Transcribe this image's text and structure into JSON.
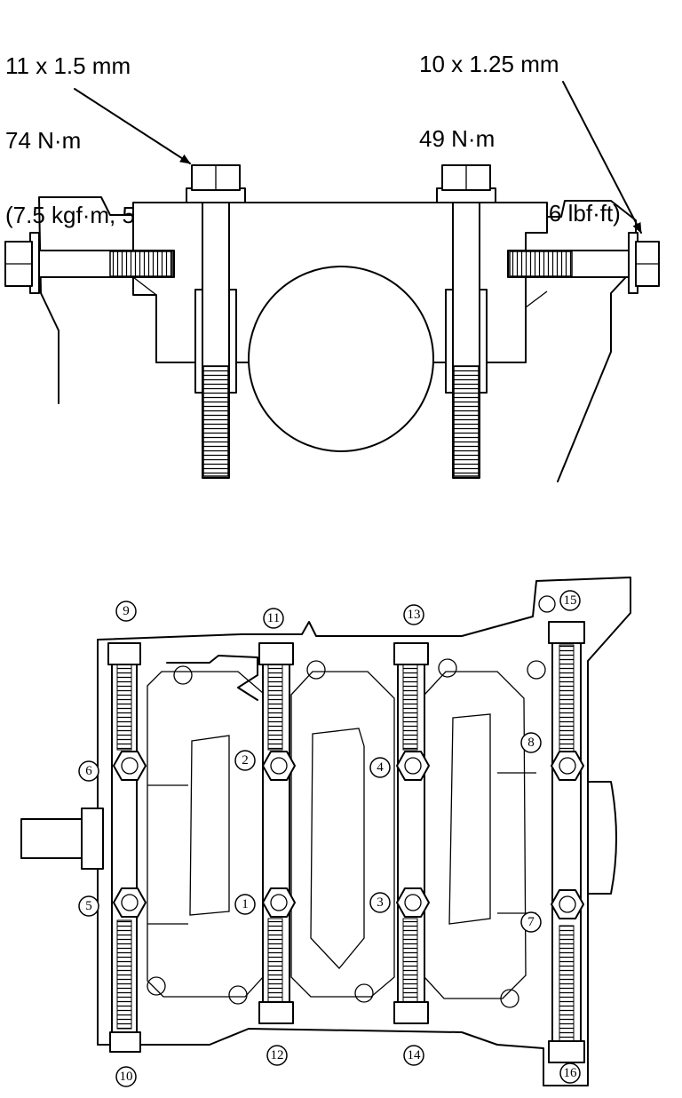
{
  "specs": {
    "left": {
      "size": "11 x 1.5 mm",
      "torque_nm": "74 N·m",
      "torque_alt": "(7.5 kgf·m, 55 lbf·ft)"
    },
    "right": {
      "size": "10 x 1.25 mm",
      "torque_nm": "49 N·m",
      "torque_alt": "(5.0 kgf·m, 36 lbf·ft)"
    }
  },
  "sequence": [
    "1",
    "2",
    "3",
    "4",
    "5",
    "6",
    "7",
    "8",
    "9",
    "10",
    "11",
    "12",
    "13",
    "14",
    "15",
    "16"
  ]
}
